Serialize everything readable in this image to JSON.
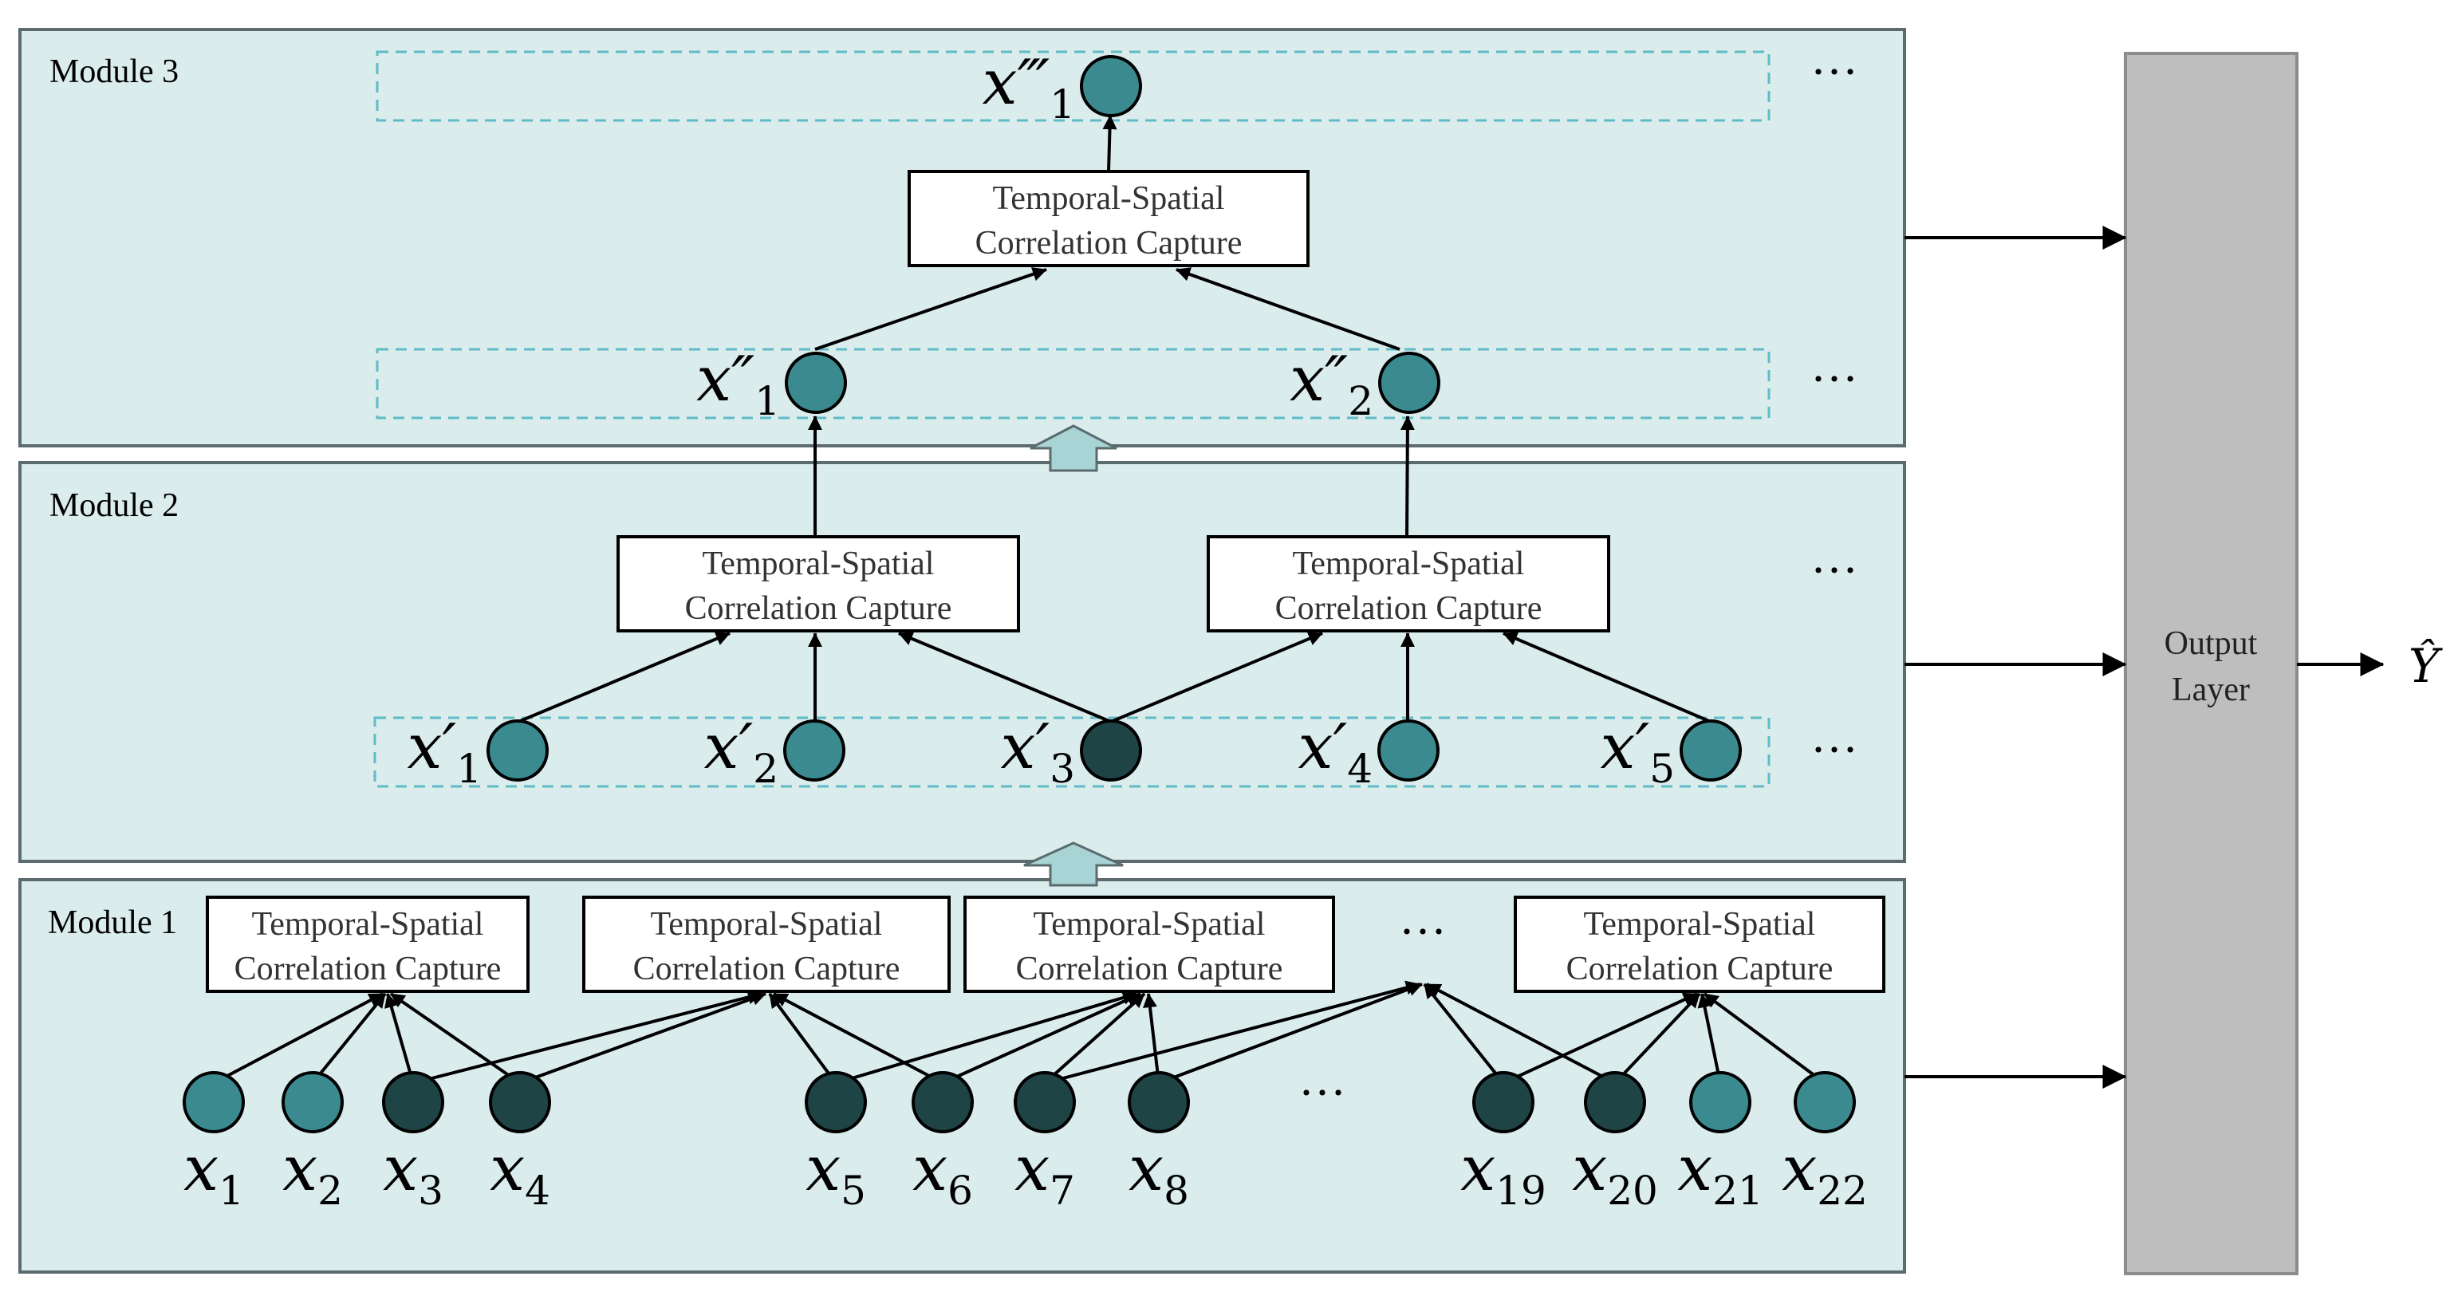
{
  "modules": [
    {
      "id": "m3",
      "label": "Module 3"
    },
    {
      "id": "m2",
      "label": "Module 2"
    },
    {
      "id": "m1",
      "label": "Module 1"
    }
  ],
  "tscc": {
    "line1": "Temporal-Spatial",
    "line2": "Correlation Capture"
  },
  "ellipsis": "···",
  "output_layer": {
    "line1": "Output",
    "line2": "Layer"
  },
  "output_symbol": "Ŷ",
  "nodes": {
    "m1": [
      {
        "base": "x",
        "sub": "1",
        "shade": "light"
      },
      {
        "base": "x",
        "sub": "2",
        "shade": "light"
      },
      {
        "base": "x",
        "sub": "3",
        "shade": "dark"
      },
      {
        "base": "x",
        "sub": "4",
        "shade": "dark"
      },
      {
        "base": "x",
        "sub": "5",
        "shade": "dark"
      },
      {
        "base": "x",
        "sub": "6",
        "shade": "dark"
      },
      {
        "base": "x",
        "sub": "7",
        "shade": "dark"
      },
      {
        "base": "x",
        "sub": "8",
        "shade": "dark"
      },
      {
        "base": "x",
        "sub": "19",
        "shade": "dark"
      },
      {
        "base": "x",
        "sub": "20",
        "shade": "dark"
      },
      {
        "base": "x",
        "sub": "21",
        "shade": "light"
      },
      {
        "base": "x",
        "sub": "22",
        "shade": "light"
      }
    ],
    "m2": [
      {
        "base": "x′",
        "sub": "1",
        "shade": "light"
      },
      {
        "base": "x′",
        "sub": "2",
        "shade": "light"
      },
      {
        "base": "x′",
        "sub": "3",
        "shade": "dark"
      },
      {
        "base": "x′",
        "sub": "4",
        "shade": "light"
      },
      {
        "base": "x′",
        "sub": "5",
        "shade": "light"
      }
    ],
    "m3_mid": [
      {
        "base": "x″",
        "sub": "1",
        "shade": "light"
      },
      {
        "base": "x″",
        "sub": "2",
        "shade": "light"
      }
    ],
    "m3_top": [
      {
        "base": "x‴",
        "sub": "1",
        "shade": "light"
      }
    ]
  },
  "colors": {
    "module_fill": "#dbecec",
    "module_stroke": "#5b6b6e",
    "node_light": "#3a8a90",
    "node_dark": "#1f4446",
    "dash": "#5fbcc6",
    "block_arrow": "#a8d4d6",
    "output_fill": "#bebebe",
    "output_stroke": "#8c8c8c",
    "line": "#000000"
  }
}
